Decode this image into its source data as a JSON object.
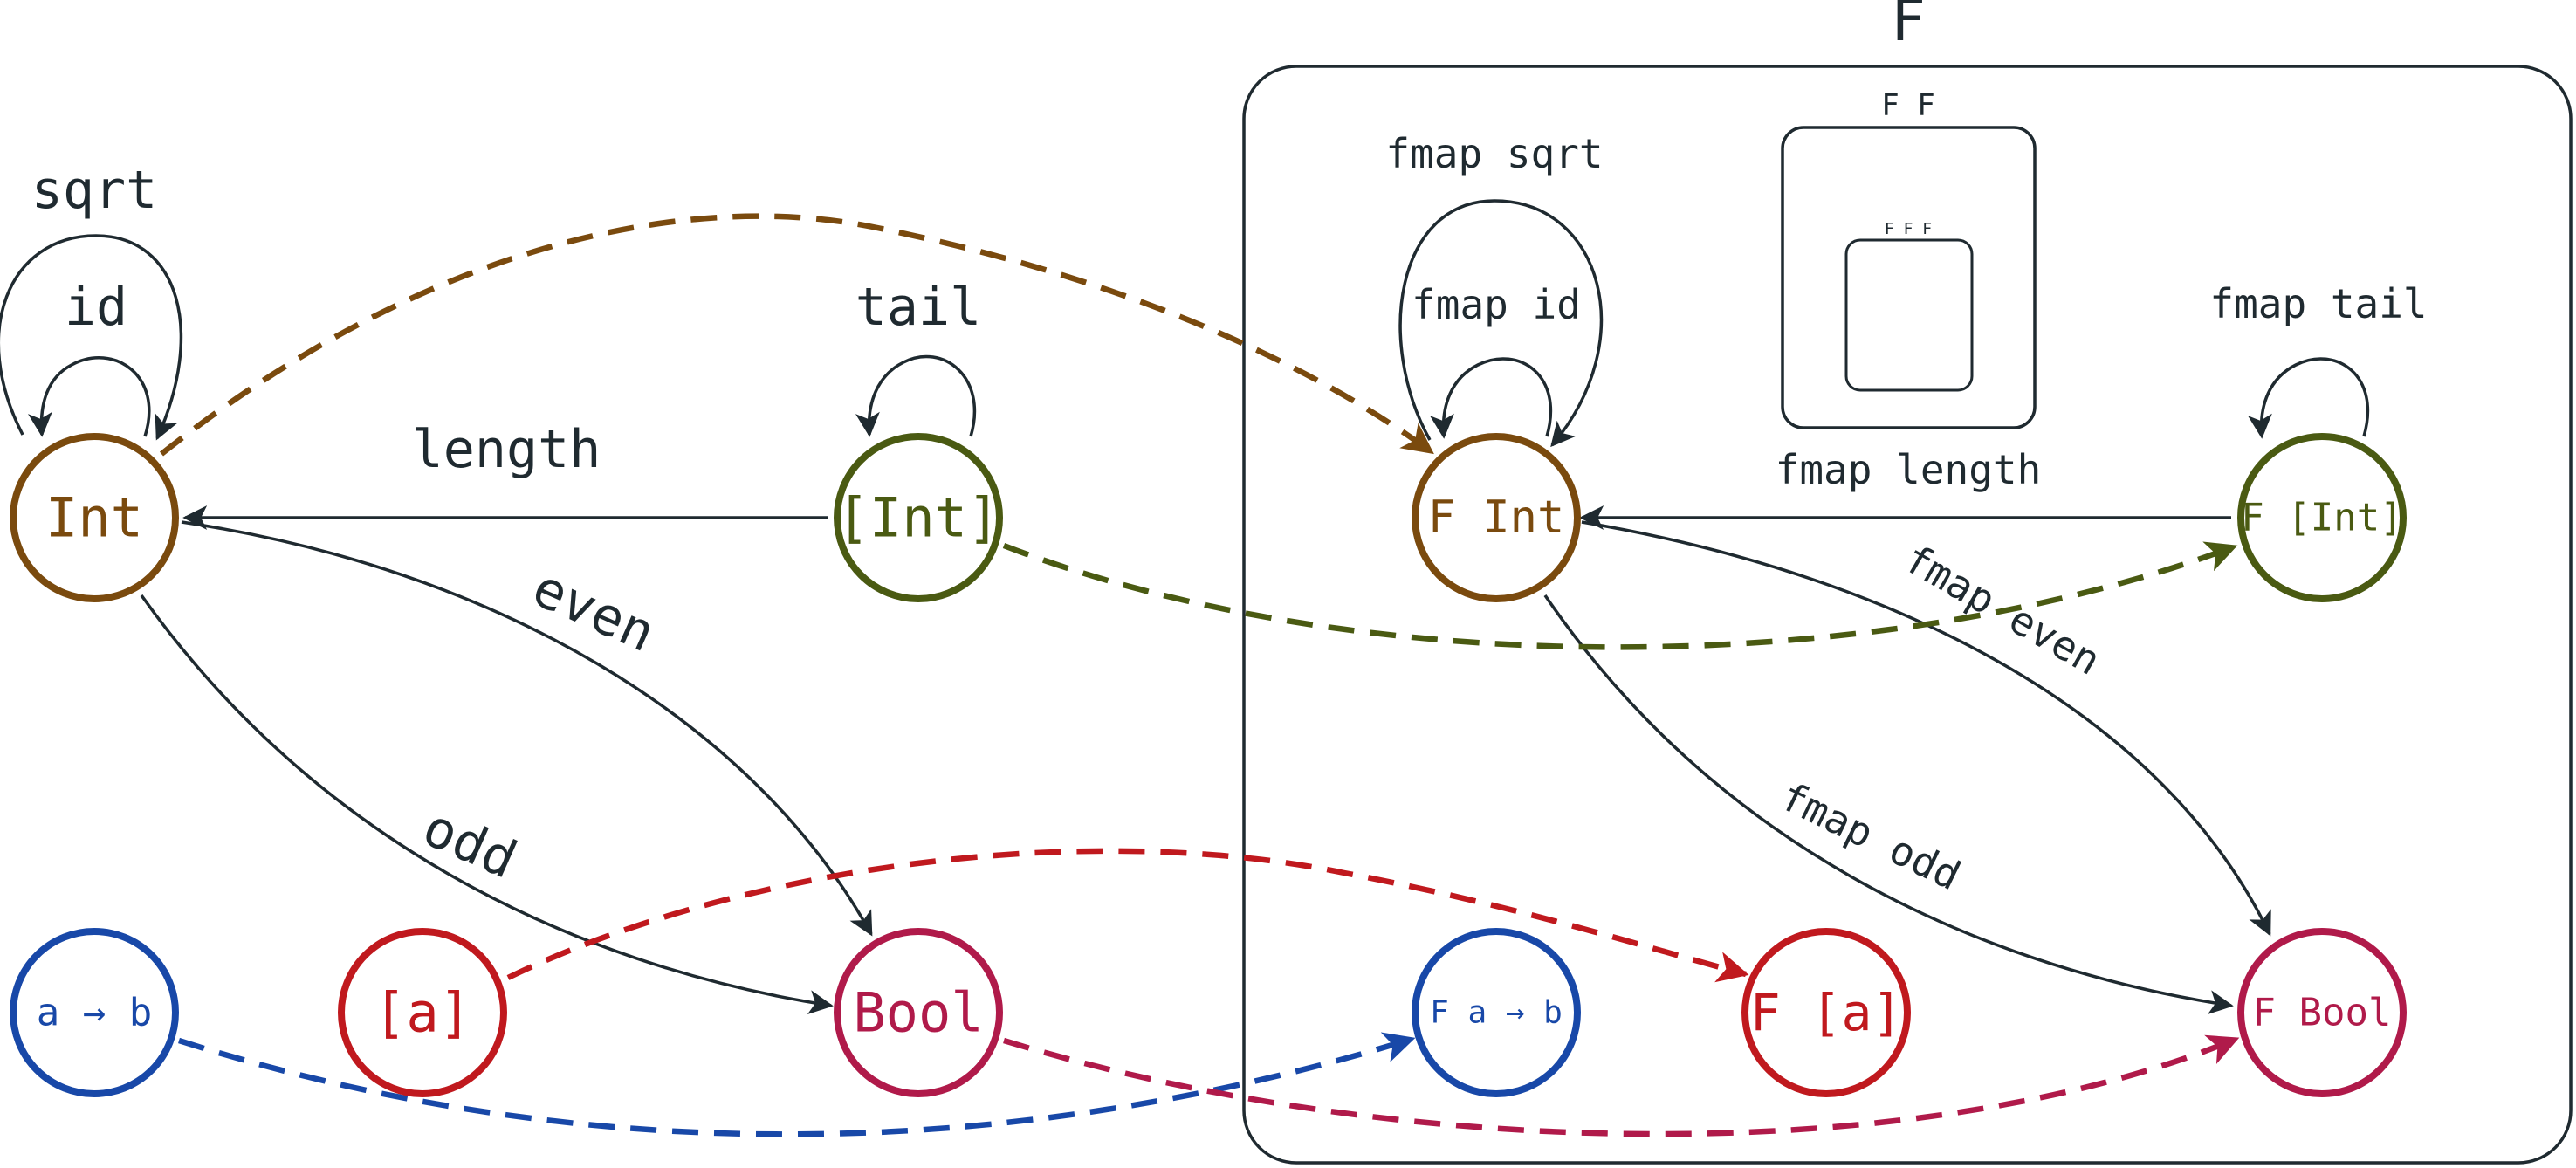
{
  "functor": {
    "title": "F",
    "inner_label": "F F",
    "innermost_label": "F F F"
  },
  "colors": {
    "int": "#7a4a0e",
    "list_int": "#4a5a12",
    "bool": "#b01a4a",
    "list_a": "#c0191e",
    "func": "#1848a8",
    "edge": "#1f2a30"
  },
  "nodes": {
    "int": "Int",
    "list_int": "[Int]",
    "bool": "Bool",
    "list_a": "[a]",
    "func": "a → b",
    "f_int": "F Int",
    "f_list_int": "F [Int]",
    "f_bool": "F Bool",
    "f_list_a": "F [a]",
    "f_func": "F a → b"
  },
  "edges": {
    "sqrt": "sqrt",
    "id": "id",
    "tail": "tail",
    "length": "length",
    "even": "even",
    "odd": "odd",
    "fmap_sqrt": "fmap sqrt",
    "fmap_id": "fmap id",
    "fmap_tail": "fmap tail",
    "fmap_length": "fmap length",
    "fmap_even": "fmap even",
    "fmap_odd": "fmap odd"
  }
}
